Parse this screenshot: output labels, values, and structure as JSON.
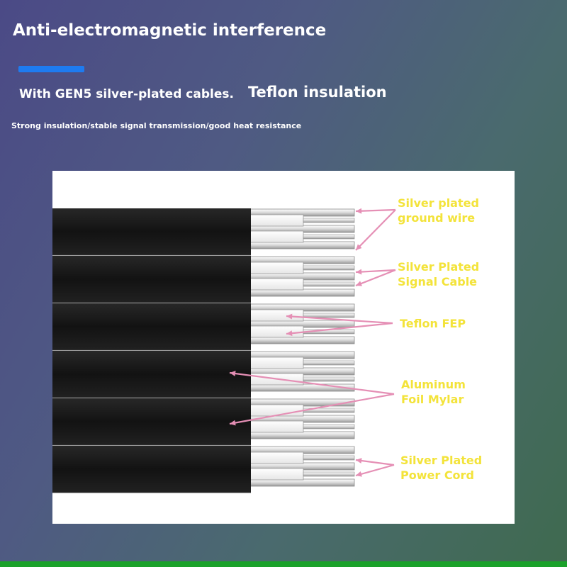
{
  "header": {
    "title": "Anti-electromagnetic interference",
    "subtitle_left": "With GEN5 silver-plated cables.",
    "subtitle_right": "Teflon insulation",
    "tagline": "Strong insulation/stable signal transmission/good heat resistance"
  },
  "colors": {
    "accent_bar": "#1e7bf0",
    "callout_text": "#f3e33a",
    "arrow": "#e58fb5",
    "jacket": "#1a1a1a",
    "bottom_strip": "#1aa12a"
  },
  "callouts": [
    {
      "line1": "Silver plated",
      "line2": "ground wire"
    },
    {
      "line1": "Silver Plated",
      "line2": "Signal Cable"
    },
    {
      "line1": "Teflon FEP",
      "line2": ""
    },
    {
      "line1": "Aluminum",
      "line2": "Foil Mylar"
    },
    {
      "line1": "Silver Plated",
      "line2": "Power Cord"
    }
  ]
}
